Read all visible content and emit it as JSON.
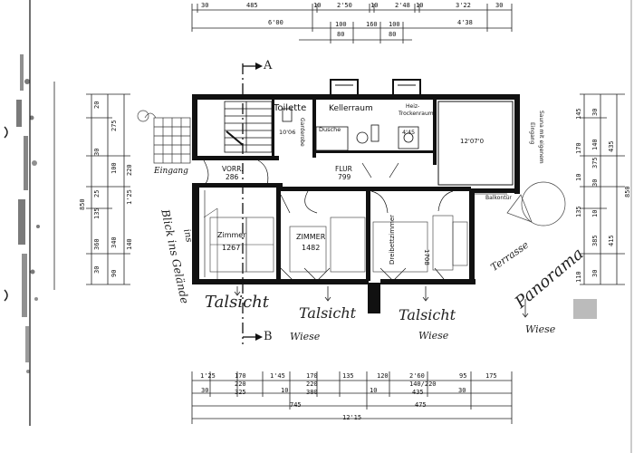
{
  "section_markers": {
    "a": "A",
    "b": "B"
  },
  "rooms": {
    "toilette": "Toilette",
    "kellerraum": "Kellerraum",
    "heiz": "Heiz-",
    "heiz2": "Trockenraum",
    "dusche": "Dusche",
    "garderobe": "Garderobe",
    "eingang": "Eingang",
    "vorr_name": "VORR.",
    "vorr_area": "286",
    "flur_name": "FLUR",
    "flur_area": "799",
    "zimmer1_name": "Zimmer",
    "zimmer1_area": "1267",
    "zimmer2_name": "ZIMMER",
    "zimmer2_area": "1482",
    "drei_name": "Dreibettzimmer",
    "drei_area": "1708",
    "toilet_area": "10'06",
    "small_area": "4'45",
    "sauna_area": "12'07'0",
    "balkon": "Balkontür",
    "sauna_note": [
      "Sauna mit eigenem",
      "Eingang"
    ]
  },
  "handwritten": {
    "talsicht": [
      "Talsicht",
      "Talsicht",
      "Talsicht"
    ],
    "wiese": [
      "Wiese",
      "Wiese",
      "Wiese"
    ],
    "terrasse": "Terrasse",
    "panorama": "Panorama",
    "blick": "Blick ins Gelände",
    "ins": "ins"
  },
  "dims_top": {
    "row1": [
      "30",
      "485",
      "10",
      "2'50",
      "10",
      "2'48",
      "10",
      "3'22",
      "30"
    ],
    "row2": [
      "6'00",
      "4'38"
    ],
    "row3": [
      "100",
      "160",
      "100"
    ],
    "row4": [
      "80",
      "80"
    ]
  },
  "dims_bottom": {
    "row1": [
      "1'25",
      "170",
      "1'45",
      "170",
      "135",
      "120",
      "2'60",
      "95",
      "175"
    ],
    "row2": [
      "220",
      "220",
      "140/220"
    ],
    "row3": [
      "30",
      "325",
      "10",
      "380",
      "10",
      "435",
      "30"
    ],
    "row4": [
      "745",
      "475"
    ],
    "row5": [
      "12'15"
    ]
  },
  "dims_left": {
    "outer": "850",
    "col1": [
      "20",
      "275",
      "100",
      "25",
      "135",
      "30",
      "360",
      "30"
    ],
    "col2": [
      "220",
      "1'25",
      "340",
      "90"
    ],
    "col3": [
      "140"
    ]
  },
  "dims_right": {
    "outer": "850",
    "col1": [
      "145",
      "170",
      "10",
      "135",
      "110"
    ],
    "col2": [
      "30",
      "140",
      "375",
      "30",
      "10",
      "385",
      "30"
    ],
    "col3": [
      "435",
      "415"
    ]
  }
}
